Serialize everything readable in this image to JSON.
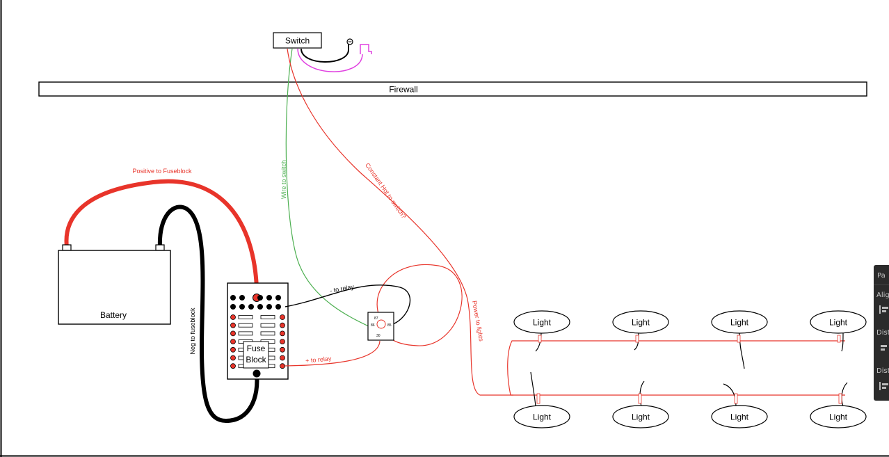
{
  "labels": {
    "switch": "Switch",
    "firewall": "Firewall",
    "battery": "Battery",
    "fuse_block_line1": "Fuse",
    "fuse_block_line2": "Block",
    "positive_to_fuseblock": "Positive to Fuseblock",
    "neg_to_fuseblock": "Neg to fuseblock",
    "wire_to_switch": "Wire to switch",
    "constant_hot": "Constant Hot to switch?",
    "power_to_lights": "Power to lights",
    "minus_to_relay": "- to relay",
    "plus_to_relay": "+ to relay",
    "relay_pin_87": "87",
    "relay_pin_86": "86",
    "relay_pin_85": "85",
    "relay_pin_30": "30"
  },
  "lights_top": [
    "Light",
    "Light",
    "Light",
    "Light"
  ],
  "lights_bottom": [
    "Light",
    "Light",
    "Light",
    "Light"
  ],
  "panel": {
    "title": "Pa",
    "sections": [
      "Alig",
      "Dist",
      "Dist"
    ]
  },
  "colors": {
    "positive_wire": "#e8342a",
    "negative_wire": "#000000",
    "switch_wire": "#4caf50",
    "power_wire": "#e8342a",
    "accessory_wire": "#e040e0",
    "label_red": "#e8342a",
    "label_green": "#4caf50"
  },
  "icons": [
    "ground-symbol-icon",
    "accessory-terminal-icon"
  ]
}
